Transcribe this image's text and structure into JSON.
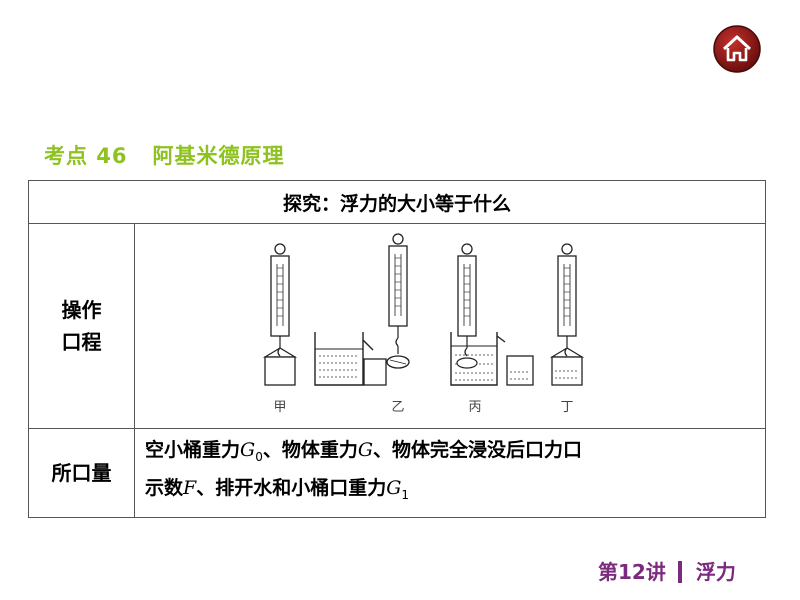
{
  "home_button": {
    "icon": "home-icon",
    "color": "#8b1a1a"
  },
  "section": {
    "title": "考点 46   阿基米德原理"
  },
  "table": {
    "header": "探究：浮力的大小等于什么",
    "rows": [
      {
        "label_line1": "操作",
        "label_line2": "口程",
        "figure_labels": [
          "甲",
          "乙",
          "丙",
          "丁"
        ]
      },
      {
        "label": "所口量",
        "q": {
          "t1": "空小桶重力",
          "v1": "G",
          "s1": "0",
          "t2": "、物体重力",
          "v2": "G",
          "t3": "、物体完全浸没后口力口",
          "t4": "示数",
          "v3": "F",
          "t5": "、排开水和小桶口重力",
          "v4": "G",
          "s4": "1"
        }
      }
    ]
  },
  "footer": {
    "lecture": "第12讲",
    "topic": "浮力"
  },
  "colors": {
    "title": "#8dc21f",
    "footer": "#7b2a7e"
  }
}
